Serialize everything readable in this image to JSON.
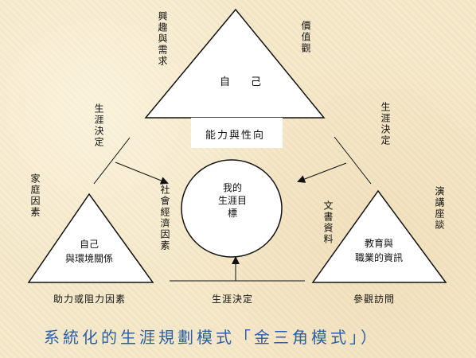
{
  "labels": {
    "top_triangle": "自己",
    "ability_box": "能力與性向",
    "interest_needs": "興趣與需求",
    "values": "價值觀",
    "career_decision_left": "生涯決定",
    "career_decision_right": "生涯決定",
    "family_factors": "家庭因素",
    "socioeconomic_factors": "社會經濟因素",
    "left_triangle": "自己\n與環境關係",
    "goal_circle": "我的\n生涯目\n標",
    "written_materials": "文書資料",
    "lectures_talks": "演講座談",
    "right_triangle": "教育與\n職業的資訊",
    "helping_hindering_factors": "助力或阻力因素",
    "career_decision_bottom": "生涯決定",
    "visits": "參觀訪問",
    "caption": "系統化的生涯規劃模式「金三角模式」）"
  },
  "colors": {
    "background": "#f6e9c9",
    "shapes_fill": "#ffffff",
    "stroke": "#111111",
    "caption": "#2b60a6"
  }
}
